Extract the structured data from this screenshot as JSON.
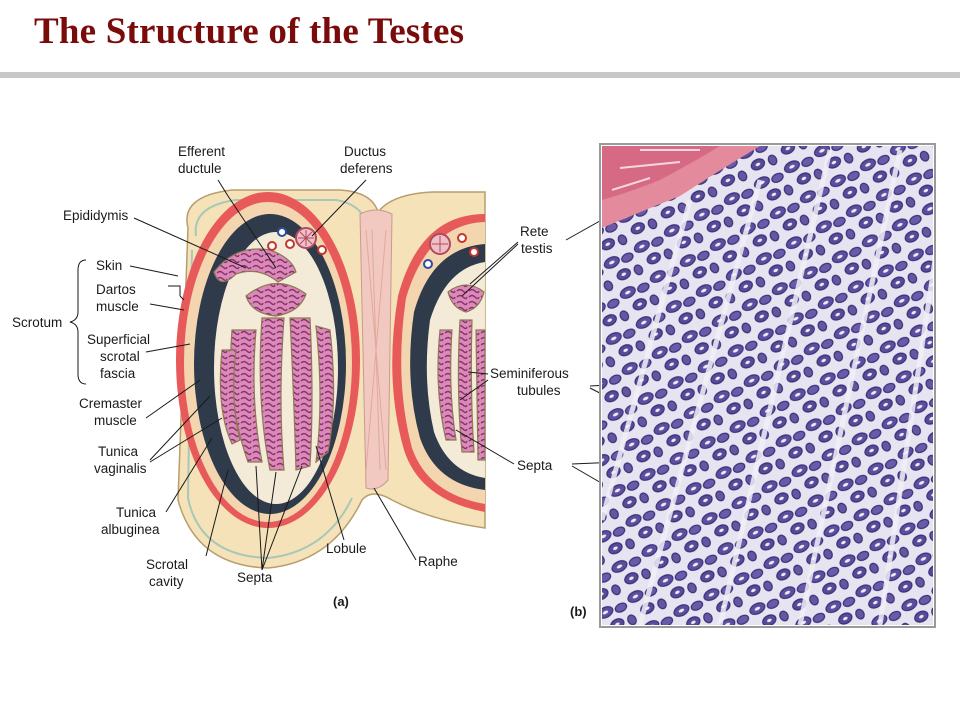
{
  "title": "The Structure of the Testes",
  "diagram_a": {
    "panel_label": "(a)",
    "labels": {
      "efferent_ductule": [
        "Efferent",
        "ductule"
      ],
      "ductus_deferens": [
        "Ductus",
        "deferens"
      ],
      "epididymis": "Epididymis",
      "skin": "Skin",
      "dartos_muscle": [
        "Dartos",
        "muscle"
      ],
      "scrotum": "Scrotum",
      "superficial_scrotal_fascia": [
        "Superficial",
        "scrotal",
        "fascia"
      ],
      "cremaster_muscle": [
        "Cremaster",
        "muscle"
      ],
      "tunica_vaginalis": [
        "Tunica",
        "vaginalis"
      ],
      "tunica_albuginea": [
        "Tunica",
        "albuginea"
      ],
      "scrotal_cavity": [
        "Scrotal",
        "cavity"
      ],
      "septa": "Septa",
      "lobule": "Lobule",
      "raphe": "Raphe"
    }
  },
  "micrograph_b": {
    "panel_label": "(b)",
    "labels": {
      "rete_testis": [
        "Rete",
        "testis"
      ],
      "seminiferous_tubules": [
        "Seminiferous",
        "tubules"
      ],
      "septa": "Septa"
    }
  },
  "colors": {
    "title": "#7a0b0b",
    "tunica_albuginea": "#2f3a4a",
    "cremaster": "#e8555a",
    "fascia": "#f3dcae",
    "tubules": "#c06a9e",
    "micrograph": "#5a4f9c"
  }
}
